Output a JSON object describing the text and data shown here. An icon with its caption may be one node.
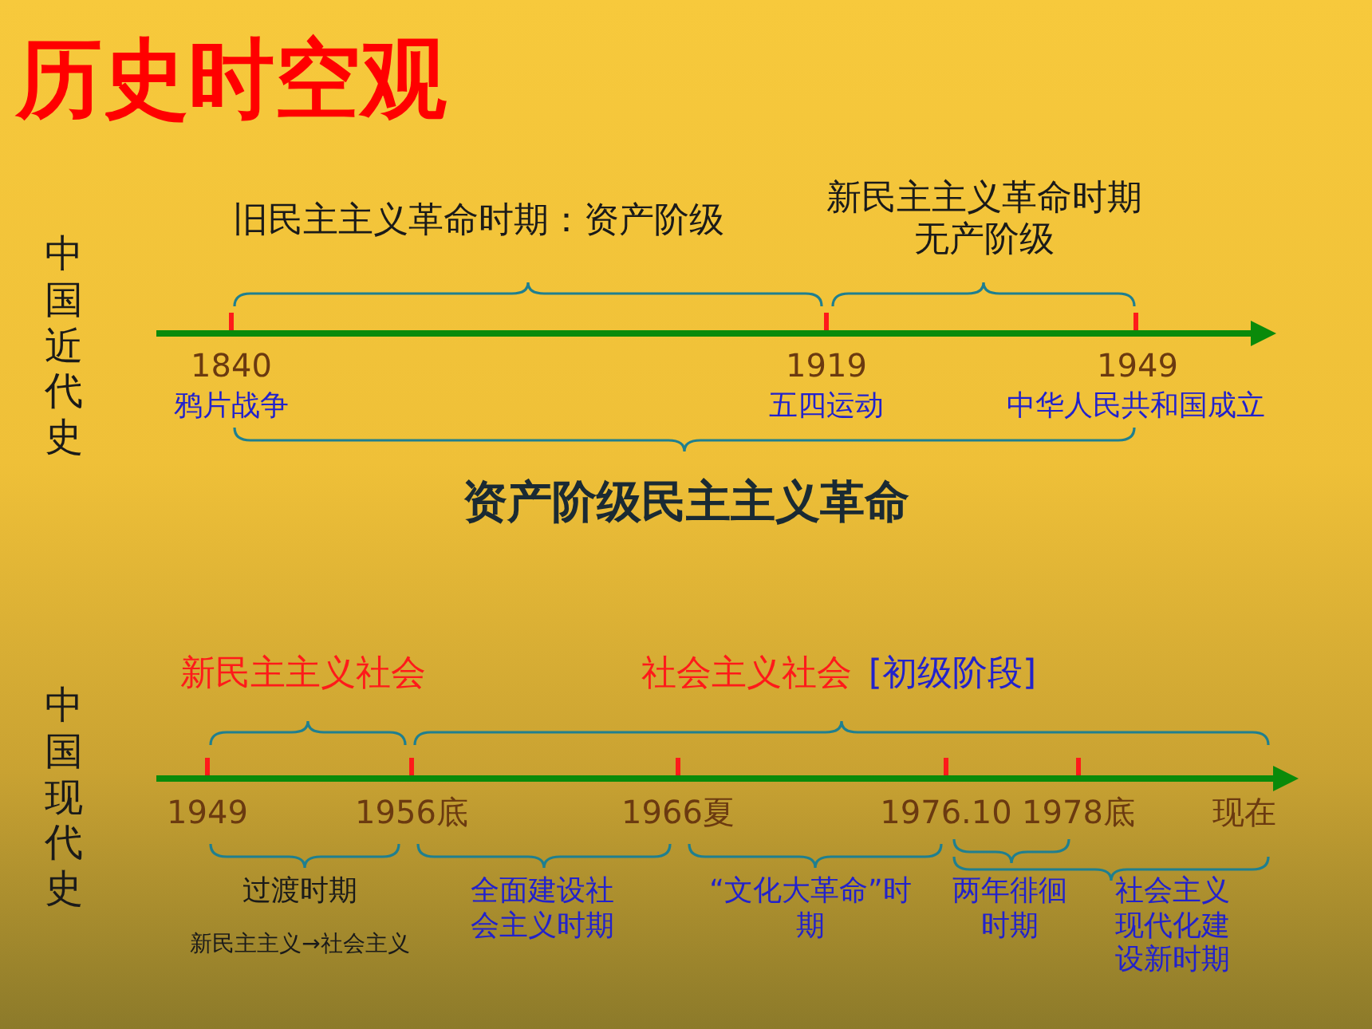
{
  "diagram": {
    "title": "历史时空观",
    "labels": [
      "中国近代史",
      "旧民主主义革命时期：资产阶级",
      "新民主主义革命时期无产阶级",
      "1840",
      "1919",
      "1949",
      "鸦片战争",
      "五四运动",
      "中华人民共和国成立",
      "资产阶级民主主义革命",
      "中国现代史",
      "新民主主义社会",
      "社会主义社会",
      "[初级阶段]",
      "1949",
      "1956底",
      "1966夏",
      "1976.10",
      "1978底",
      "现在",
      "过渡时期",
      "全面建设社会主义时期",
      "“文化大革命”时期",
      "两年徘徊时期",
      "社会主义现代化建设新时期",
      "新民主主义→社会主义"
    ]
  }
}
